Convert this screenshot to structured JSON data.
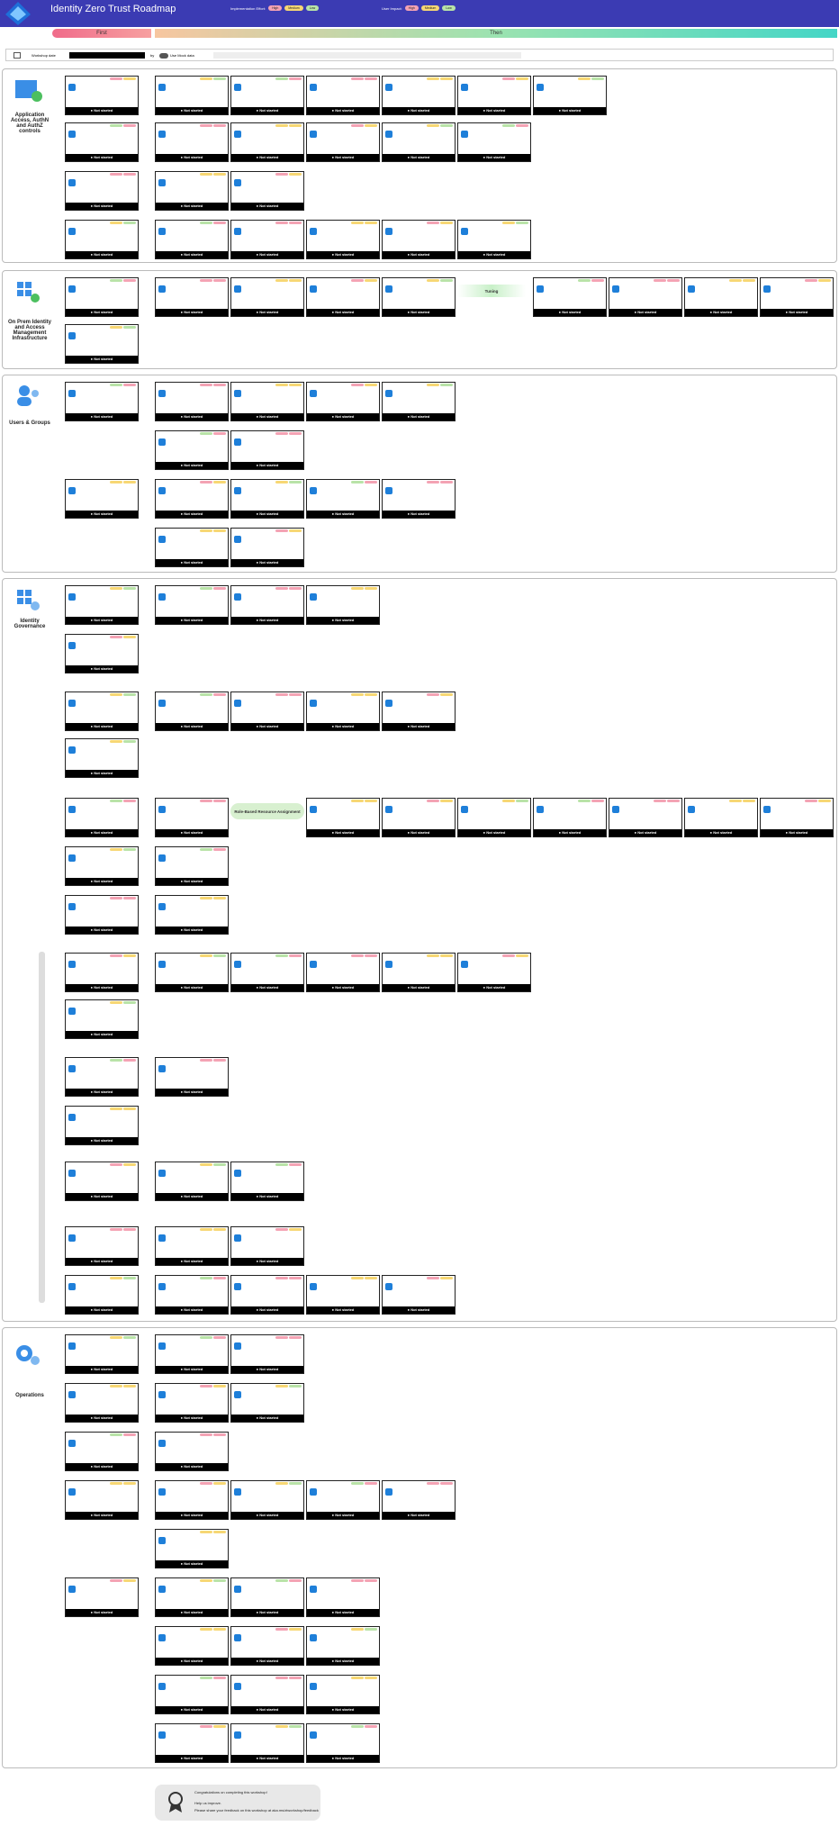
{
  "header": {
    "title": "Identity Zero Trust Roadmap",
    "implementation_effort_label": "Implementation Effort:",
    "user_impact_label": "User Impact:",
    "levels": [
      "High",
      "Medium",
      "Low"
    ],
    "colors": {
      "high": "#f4a3b4",
      "medium": "#f7d774",
      "low": "#b9e3a8",
      "bar": "#3b3bb3"
    }
  },
  "banner": {
    "first": "First",
    "then": "Then"
  },
  "workshop": {
    "date_label": "Workshop date",
    "by_label": "by",
    "toggle_label": "Use Mock data"
  },
  "card_status": "Not started",
  "sections": [
    {
      "title": "Application Access, AuthN and AuthZ controls"
    },
    {
      "title": "On Prem Identity and Access Management Infrastructure"
    },
    {
      "title": "Users & Groups"
    },
    {
      "title": "Identity Governance"
    },
    {
      "title": "Operations"
    }
  ],
  "transitions": {
    "tuning": "Tuning",
    "role_based": "Role-Based Resource Assignment"
  },
  "footer": {
    "line1": "Congratulations on completing this workshop!",
    "line2": "Help us improve.",
    "line3": "Please share your feedback on this workshop at aka.ms/ztworkshop/feedback"
  }
}
